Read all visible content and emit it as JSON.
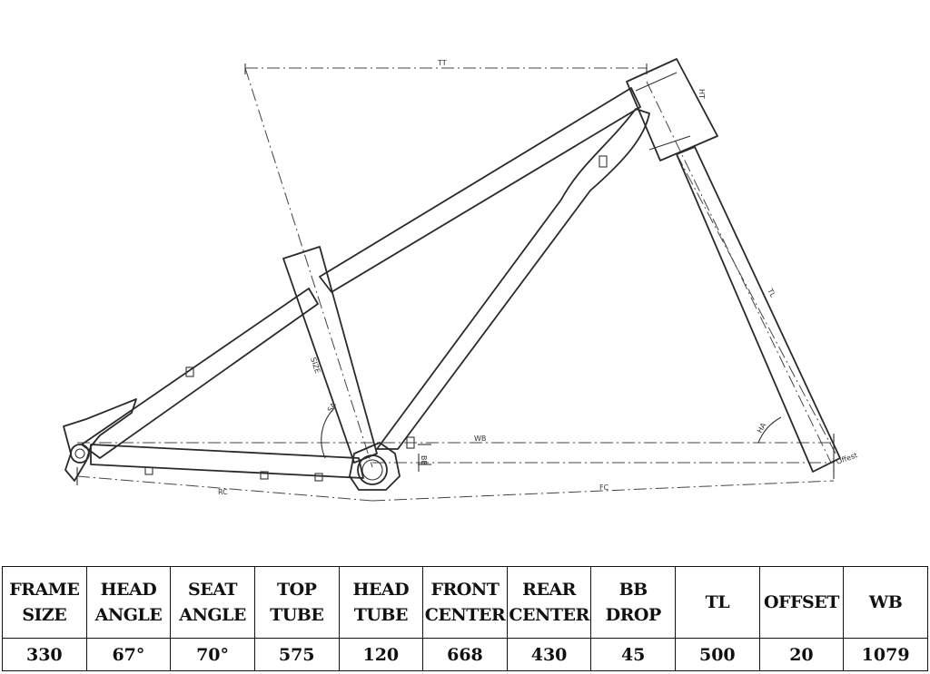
{
  "diagram": {
    "labels": {
      "tt": "TT",
      "ht": "HT",
      "tl": "TL",
      "size": "SIZE",
      "sa": "SA",
      "ha": "HA",
      "wb": "WB",
      "bb": "BB",
      "rc": "RC",
      "fc": "FC",
      "offset": "Offest"
    }
  },
  "table": {
    "headers": [
      "FRAME\nSIZE",
      "HEAD\nANGLE",
      "SEAT\nANGLE",
      "TOP\nTUBE",
      "HEAD\nTUBE",
      "FRONT\nCENTER",
      "REAR\nCENTER",
      "BB\nDROP",
      "TL",
      "OFFSET",
      "WB"
    ],
    "values": [
      "330",
      "67°",
      "70°",
      "575",
      "120",
      "668",
      "430",
      "45",
      "500",
      "20",
      "1079"
    ]
  }
}
